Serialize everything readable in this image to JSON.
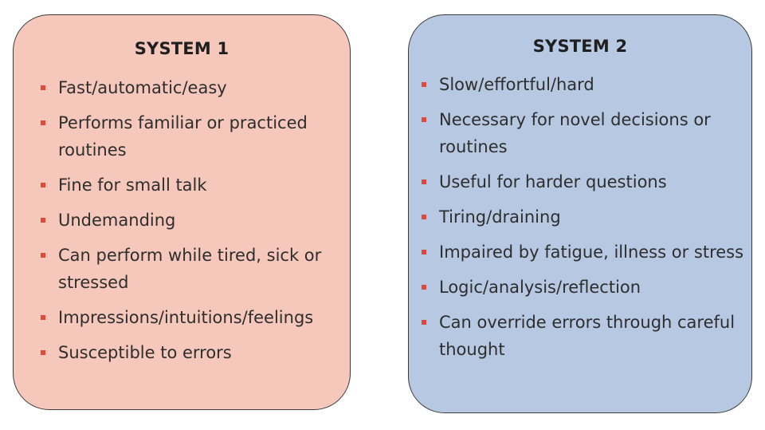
{
  "colors": {
    "system1_fill": "#f6c7bb",
    "system2_fill": "#b7c8e2",
    "bullet": "#e0483a"
  },
  "system1": {
    "title": "SYSTEM 1",
    "items": [
      "Fast/automatic/easy",
      "Performs familiar or practiced routines",
      "Fine for small talk",
      "Undemanding",
      "Can perform while tired, sick or stressed",
      "Impressions/intuitions/feelings",
      "Susceptible to errors"
    ]
  },
  "system2": {
    "title": "SYSTEM 2",
    "items": [
      "Slow/effortful/hard",
      "Necessary for novel decisions or routines",
      "Useful for harder questions",
      "Tiring/draining",
      "Impaired by fatigue, illness or stress",
      "Logic/analysis/reflection",
      "Can override errors through careful thought"
    ]
  }
}
